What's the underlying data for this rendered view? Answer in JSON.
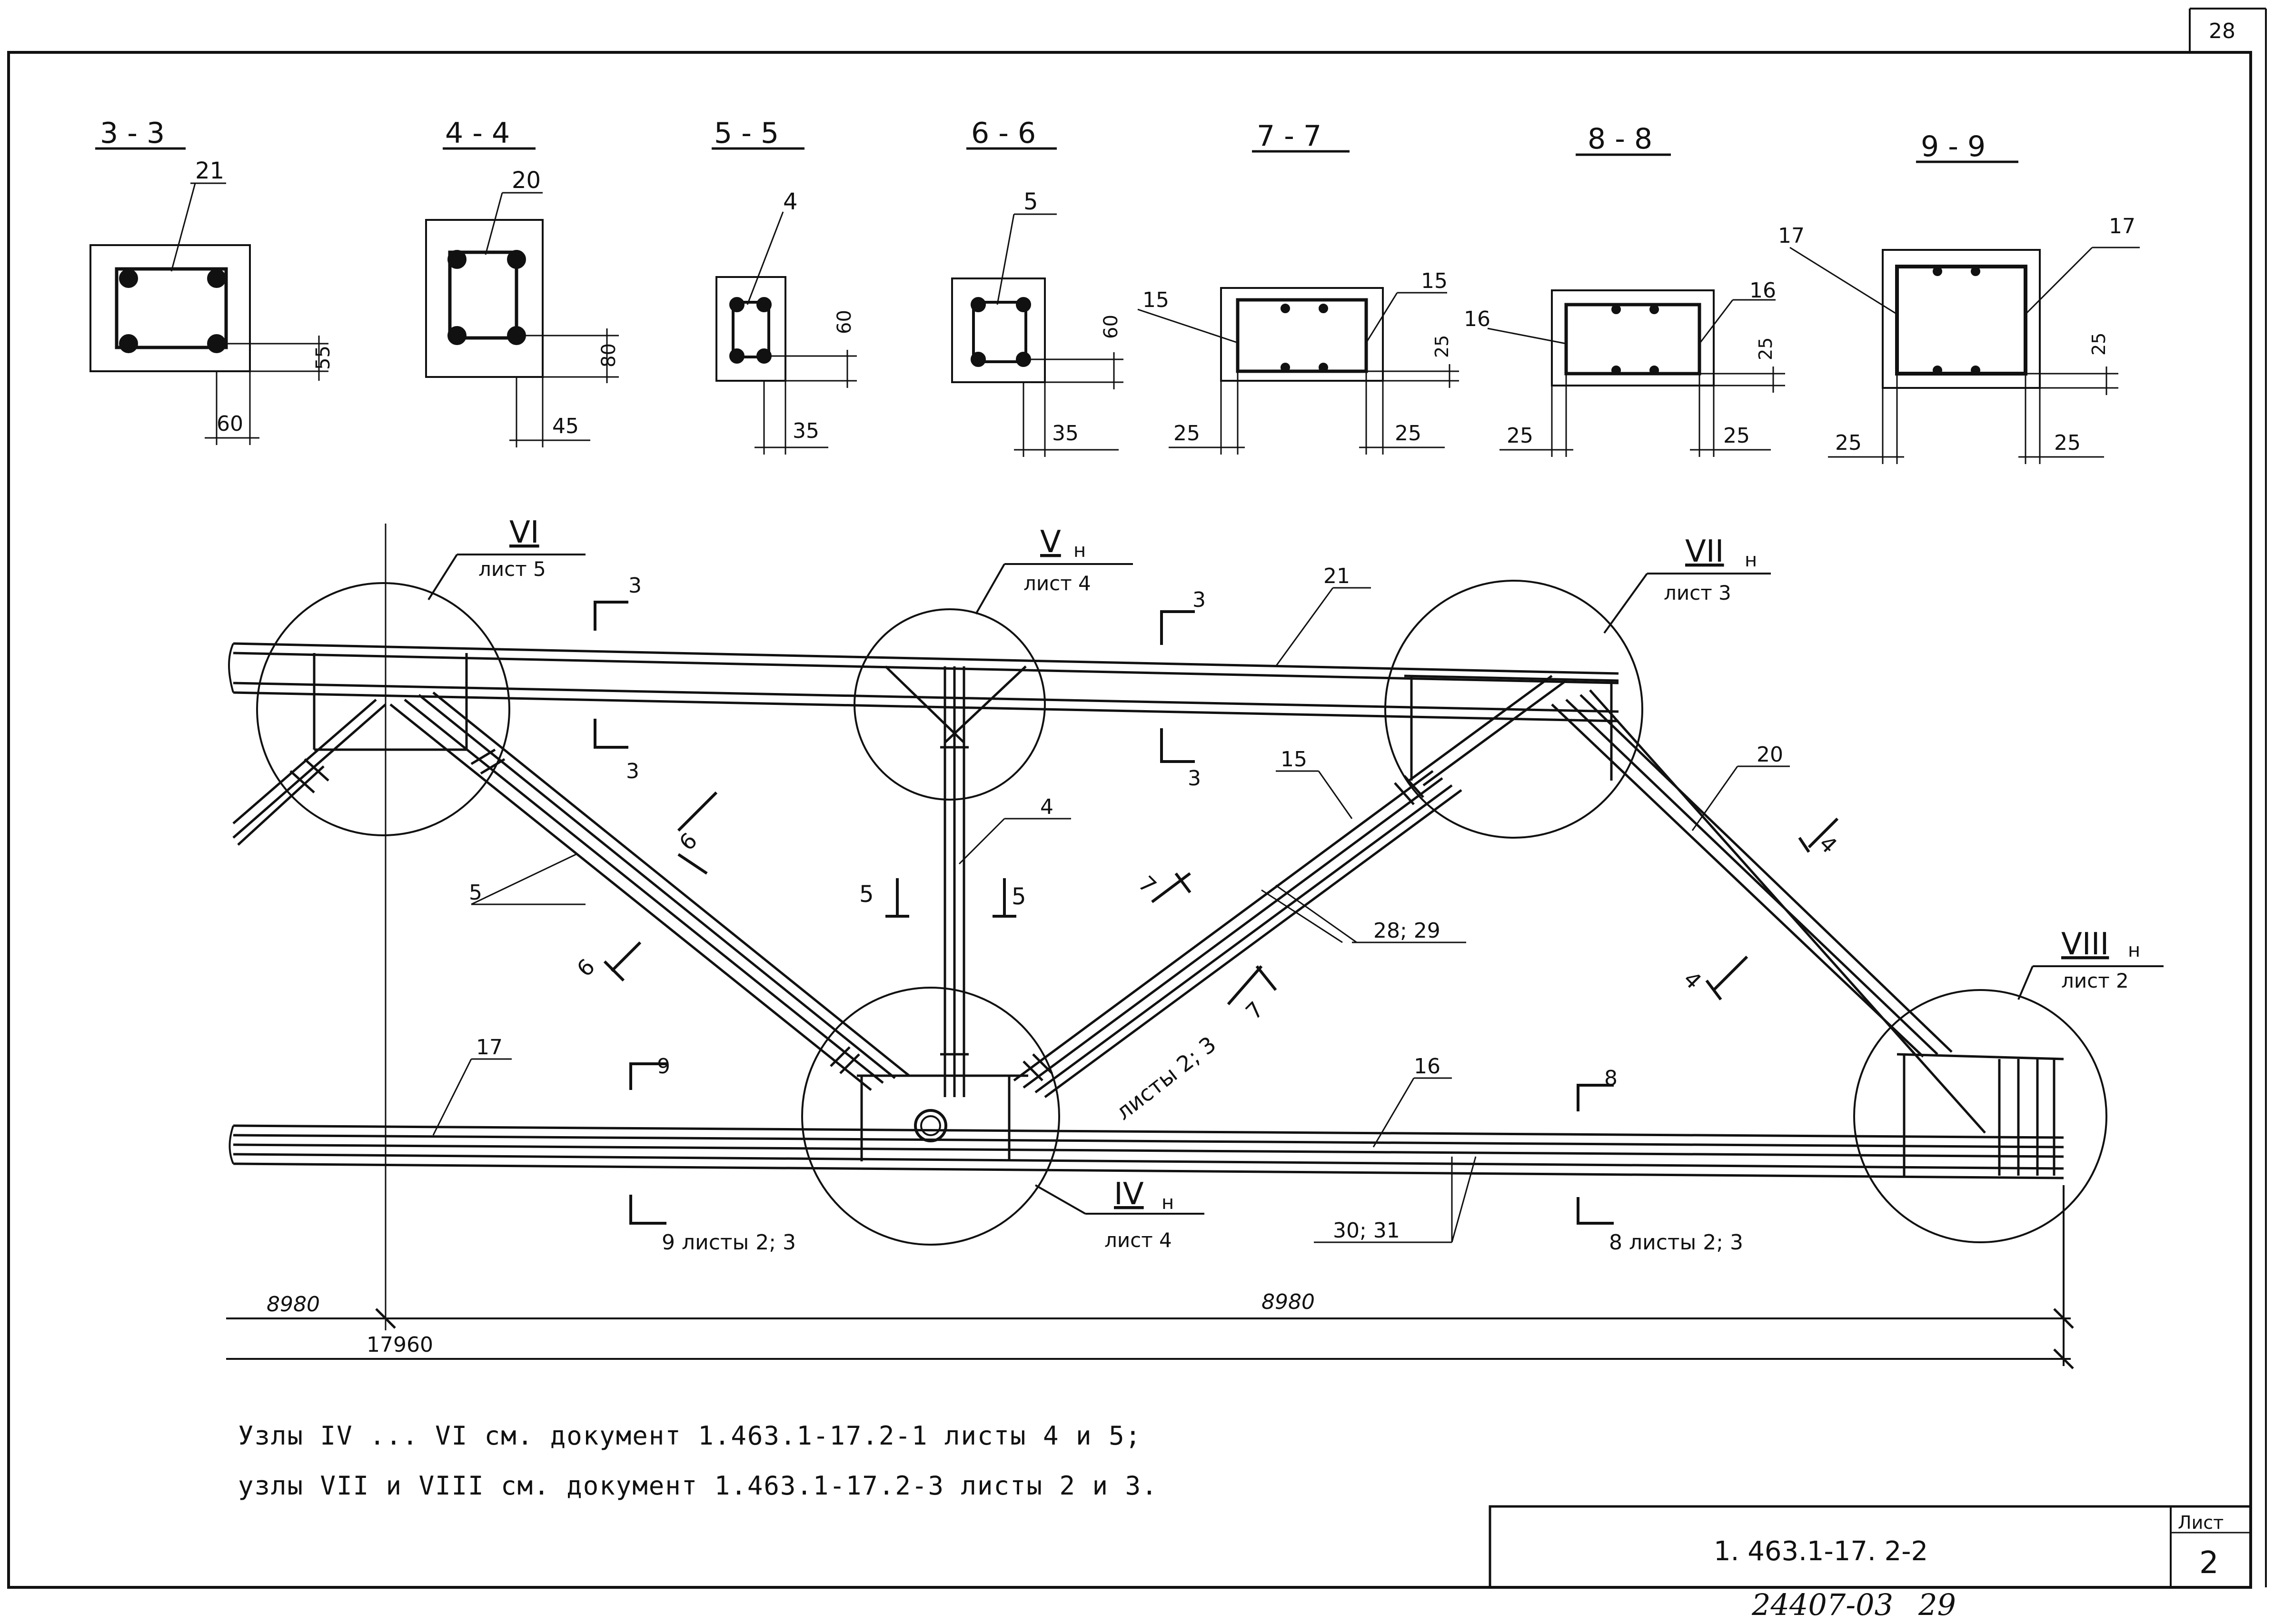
{
  "sheet": {
    "corner_mark": "28",
    "doc_code": "1. 463.1-17. 2-2",
    "sheet_label": "Лист",
    "sheet_number": "2",
    "inventory": "24407-03",
    "inventory_page": "29"
  },
  "sections": [
    {
      "title": "3 - 3",
      "bar": "21",
      "dim_v": "55",
      "dim_h": "60"
    },
    {
      "title": "4 - 4",
      "bar": "20",
      "dim_v": "80",
      "dim_h": "45"
    },
    {
      "title": "5 - 5",
      "bar": "4",
      "dim_v": "60",
      "dim_h": "35"
    },
    {
      "title": "6 - 6",
      "bar": "5",
      "dim_v": "60",
      "dim_h": "35"
    },
    {
      "title": "7 - 7",
      "bar_left": "15",
      "bar_right": "15",
      "dim_v": "25",
      "dim_h_left": "25",
      "dim_h_right": "25"
    },
    {
      "title": "8 - 8",
      "bar_left": "16",
      "bar_right": "16",
      "dim_v": "25",
      "dim_h_left": "25",
      "dim_h_right": "25"
    },
    {
      "title": "9 - 9",
      "bar_left": "17",
      "bar_right": "17",
      "dim_v": "25",
      "dim_h_left": "25",
      "dim_h_right": "25"
    }
  ],
  "nodes": {
    "n6": {
      "roman": "VI",
      "sheet": "лист 5"
    },
    "n5": {
      "roman": "V",
      "sub": "н",
      "sheet": "лист 4"
    },
    "n7": {
      "roman": "VII",
      "sub": "н",
      "sheet": "лист 3"
    },
    "n8": {
      "roman": "VIII",
      "sub": "н",
      "sheet": "лист 2"
    },
    "n4": {
      "roman": "IV",
      "sub": "н",
      "sheet": "лист 4"
    }
  },
  "cuts": {
    "c3": "3",
    "c4": "4",
    "c5": "5",
    "c6": "6",
    "c7": "7",
    "c7_ref": "листы 2; 3",
    "c8": "8",
    "c8_ref": "8 листы 2; 3",
    "c9": "9",
    "c9_ref": "9 листы 2; 3"
  },
  "positions": {
    "p21": "21",
    "p4": "4",
    "p15": "15",
    "p20": "20",
    "p5": "5",
    "p2829": "28; 29",
    "p17": "17",
    "p16": "16",
    "p3031": "30; 31"
  },
  "dims": {
    "d8980_left": "8980",
    "d8980_right": "8980",
    "d17960": "17960"
  },
  "notes": {
    "line1": "Узлы IV ... VI см. документ 1.463.1-17.2-1 листы 4 и 5;",
    "line2": "узлы VII и VIII см. документ 1.463.1-17.2-3 листы 2 и 3."
  }
}
